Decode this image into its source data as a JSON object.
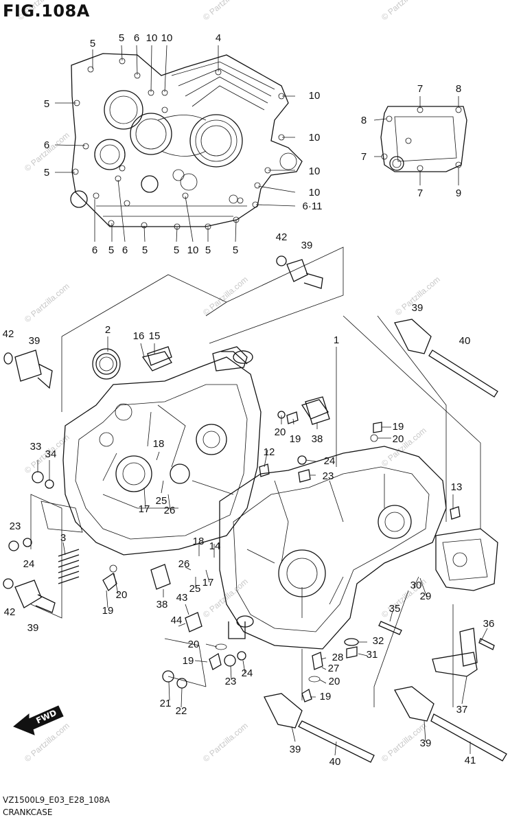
{
  "figure": {
    "title": "FIG.108A"
  },
  "footer": {
    "code": "VZ1500L9_E03_E28_108A",
    "name": "CRANKCASE"
  },
  "watermark": "© Partzilla.com",
  "fwd_label": "FWD",
  "callouts": [
    {
      "id": "c1",
      "text": "5"
    },
    {
      "id": "c2",
      "text": "5"
    },
    {
      "id": "c3",
      "text": "6"
    },
    {
      "id": "c4",
      "text": "10"
    },
    {
      "id": "c5",
      "text": "10"
    },
    {
      "id": "c6",
      "text": "4"
    },
    {
      "id": "c7",
      "text": "10"
    },
    {
      "id": "c8",
      "text": "5"
    },
    {
      "id": "c9",
      "text": "6"
    },
    {
      "id": "c10",
      "text": "10"
    },
    {
      "id": "c11",
      "text": "5"
    },
    {
      "id": "c12",
      "text": "10"
    },
    {
      "id": "c13",
      "text": "10"
    },
    {
      "id": "c14",
      "text": "6·11"
    },
    {
      "id": "c15",
      "text": "6"
    },
    {
      "id": "c16",
      "text": "5"
    },
    {
      "id": "c17",
      "text": "6"
    },
    {
      "id": "c18",
      "text": "5"
    },
    {
      "id": "c19",
      "text": "5"
    },
    {
      "id": "c20",
      "text": "10"
    },
    {
      "id": "c21",
      "text": "5"
    },
    {
      "id": "c22",
      "text": "5"
    },
    {
      "id": "c23",
      "text": "7"
    },
    {
      "id": "c24",
      "text": "8"
    },
    {
      "id": "c25",
      "text": "8"
    },
    {
      "id": "c26",
      "text": "7"
    },
    {
      "id": "c27",
      "text": "7"
    },
    {
      "id": "c28",
      "text": "9"
    },
    {
      "id": "c29",
      "text": "42"
    },
    {
      "id": "c30",
      "text": "39"
    },
    {
      "id": "c31",
      "text": "39"
    },
    {
      "id": "c32",
      "text": "40"
    },
    {
      "id": "c33",
      "text": "42"
    },
    {
      "id": "c34",
      "text": "39"
    },
    {
      "id": "c35",
      "text": "2"
    },
    {
      "id": "c36",
      "text": "16"
    },
    {
      "id": "c37",
      "text": "15"
    },
    {
      "id": "c38",
      "text": "1"
    },
    {
      "id": "c39",
      "text": "20"
    },
    {
      "id": "c40",
      "text": "19"
    },
    {
      "id": "c41",
      "text": "38"
    },
    {
      "id": "c42",
      "text": "19"
    },
    {
      "id": "c43",
      "text": "20"
    },
    {
      "id": "c44",
      "text": "12"
    },
    {
      "id": "c45",
      "text": "24"
    },
    {
      "id": "c46",
      "text": "23"
    },
    {
      "id": "c47",
      "text": "13"
    },
    {
      "id": "c48",
      "text": "33"
    },
    {
      "id": "c49",
      "text": "34"
    },
    {
      "id": "c50",
      "text": "18"
    },
    {
      "id": "c51",
      "text": "17"
    },
    {
      "id": "c52",
      "text": "25"
    },
    {
      "id": "c53",
      "text": "26"
    },
    {
      "id": "c54",
      "text": "23"
    },
    {
      "id": "c55",
      "text": "24"
    },
    {
      "id": "c56",
      "text": "3"
    },
    {
      "id": "c57",
      "text": "18"
    },
    {
      "id": "c58",
      "text": "14"
    },
    {
      "id": "c59",
      "text": "26"
    },
    {
      "id": "c60",
      "text": "25"
    },
    {
      "id": "c61",
      "text": "17"
    },
    {
      "id": "c62",
      "text": "20"
    },
    {
      "id": "c63",
      "text": "19"
    },
    {
      "id": "c64",
      "text": "38"
    },
    {
      "id": "c65",
      "text": "42"
    },
    {
      "id": "c66",
      "text": "39"
    },
    {
      "id": "c67",
      "text": "43"
    },
    {
      "id": "c68",
      "text": "44"
    },
    {
      "id": "c69",
      "text": "30"
    },
    {
      "id": "c70",
      "text": "29"
    },
    {
      "id": "c71",
      "text": "35"
    },
    {
      "id": "c72",
      "text": "36"
    },
    {
      "id": "c73",
      "text": "32"
    },
    {
      "id": "c74",
      "text": "31"
    },
    {
      "id": "c75",
      "text": "20"
    },
    {
      "id": "c76",
      "text": "28"
    },
    {
      "id": "c77",
      "text": "27"
    },
    {
      "id": "c78",
      "text": "19"
    },
    {
      "id": "c79",
      "text": "24"
    },
    {
      "id": "c80",
      "text": "23"
    },
    {
      "id": "c81",
      "text": "20"
    },
    {
      "id": "c82",
      "text": "19"
    },
    {
      "id": "c83",
      "text": "21"
    },
    {
      "id": "c84",
      "text": "22"
    },
    {
      "id": "c85",
      "text": "37"
    },
    {
      "id": "c86",
      "text": "39"
    },
    {
      "id": "c87",
      "text": "40"
    },
    {
      "id": "c88",
      "text": "39"
    },
    {
      "id": "c89",
      "text": "41"
    }
  ]
}
